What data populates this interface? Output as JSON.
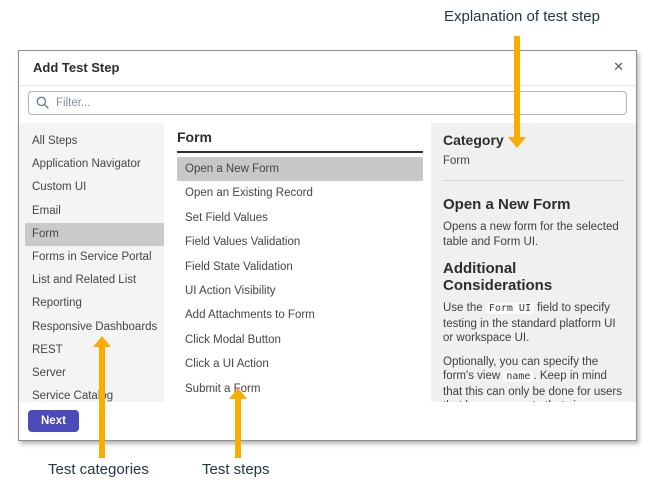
{
  "annotations": {
    "explanation": "Explanation of test step",
    "test_categories": "Test categories",
    "test_steps": "Test steps"
  },
  "dialog": {
    "title": "Add Test Step",
    "close_icon": "✕",
    "filter": {
      "placeholder": "Filter..."
    },
    "sidebar": {
      "selected": "Form",
      "items": [
        "All Steps",
        "Application Navigator",
        "Custom UI",
        "Email",
        "Form",
        "Forms in Service Portal",
        "List and Related List",
        "Reporting",
        "Responsive Dashboards",
        "REST",
        "Server",
        "Service Catalog"
      ]
    },
    "steps_panel": {
      "heading": "Form",
      "selected": "Open a New Form",
      "items": [
        "Open a New Form",
        "Open an Existing Record",
        "Set Field Values",
        "Field Values Validation",
        "Field State Validation",
        "UI Action Visibility",
        "Add Attachments to Form",
        "Click Modal Button",
        "Click a UI Action",
        "Submit a Form"
      ]
    },
    "details_panel": {
      "category_label": "Category",
      "category_value": "Form",
      "step_title": "Open a New Form",
      "step_description": "Opens a new form for the selected table and Form UI.",
      "considerations_heading": "Additional Considerations",
      "para1_pre": "Use the ",
      "para1_code": "Form UI",
      "para1_post": " field to specify testing in the standard platform UI or workspace UI.",
      "para2_pre": "Optionally, you can specify the form's view ",
      "para2_code": "name",
      "para2_post": ". Keep in mind that this can only be done for users that have access to that view."
    },
    "next_button": "Next"
  },
  "colors": {
    "accent": "#4C49BB",
    "arrow": "#F9AD00",
    "selected_row": "#C8C8C8",
    "panel_bg": "#F0F0F0"
  }
}
